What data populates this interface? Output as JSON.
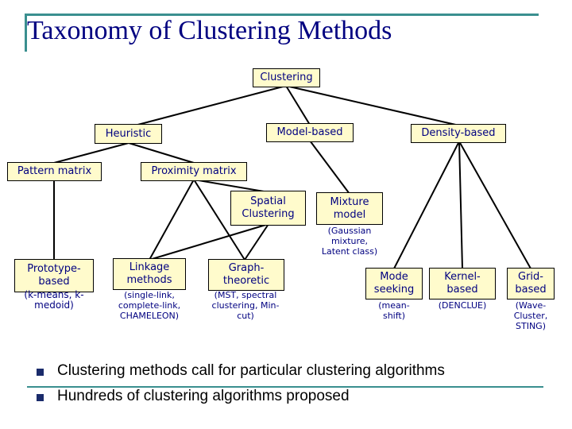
{
  "title": "Taxonomy of Clustering Methods",
  "nodes": {
    "clustering": "Clustering",
    "heuristic": "Heuristic",
    "model_based": "Model-based",
    "density_based": "Density-based",
    "pattern_matrix": "Pattern matrix",
    "proximity_matrix": "Proximity matrix",
    "spatial_clustering": [
      "Spatial",
      "Clustering"
    ],
    "mixture_model": [
      "Mixture",
      "model"
    ],
    "mixture_model_sub": [
      "(Gaussian",
      "mixture,",
      "Latent class)"
    ],
    "prototype_based": [
      "Prototype-",
      "based"
    ],
    "prototype_sub": [
      "(k-means, k-",
      "medoid)"
    ],
    "linkage_methods": [
      "Linkage",
      "methods"
    ],
    "linkage_sub": [
      "(single-link,",
      "complete-link,",
      "CHAMELEON)"
    ],
    "graph_theoretic": [
      "Graph-",
      "theoretic"
    ],
    "graph_sub": [
      "(MST, spectral",
      "clustering, Min-",
      "cut)"
    ],
    "mode_seeking": [
      "Mode",
      "seeking"
    ],
    "mode_sub": [
      "(mean-",
      "shift)"
    ],
    "kernel_based": [
      "Kernel-",
      "based"
    ],
    "kernel_sub": [
      "(DENCLUE)"
    ],
    "grid_based": [
      "Grid-",
      "based"
    ],
    "grid_sub": [
      "(Wave-",
      "Cluster,",
      "STING)"
    ]
  },
  "bullets": [
    "Clustering methods call for particular clustering algorithms",
    "Hundreds of clustering algorithms proposed"
  ],
  "colors": {
    "title": "#000080",
    "node_fill": "#fffbcc",
    "frame": "#3a8f8f",
    "bullet": "#1a2b6b"
  }
}
